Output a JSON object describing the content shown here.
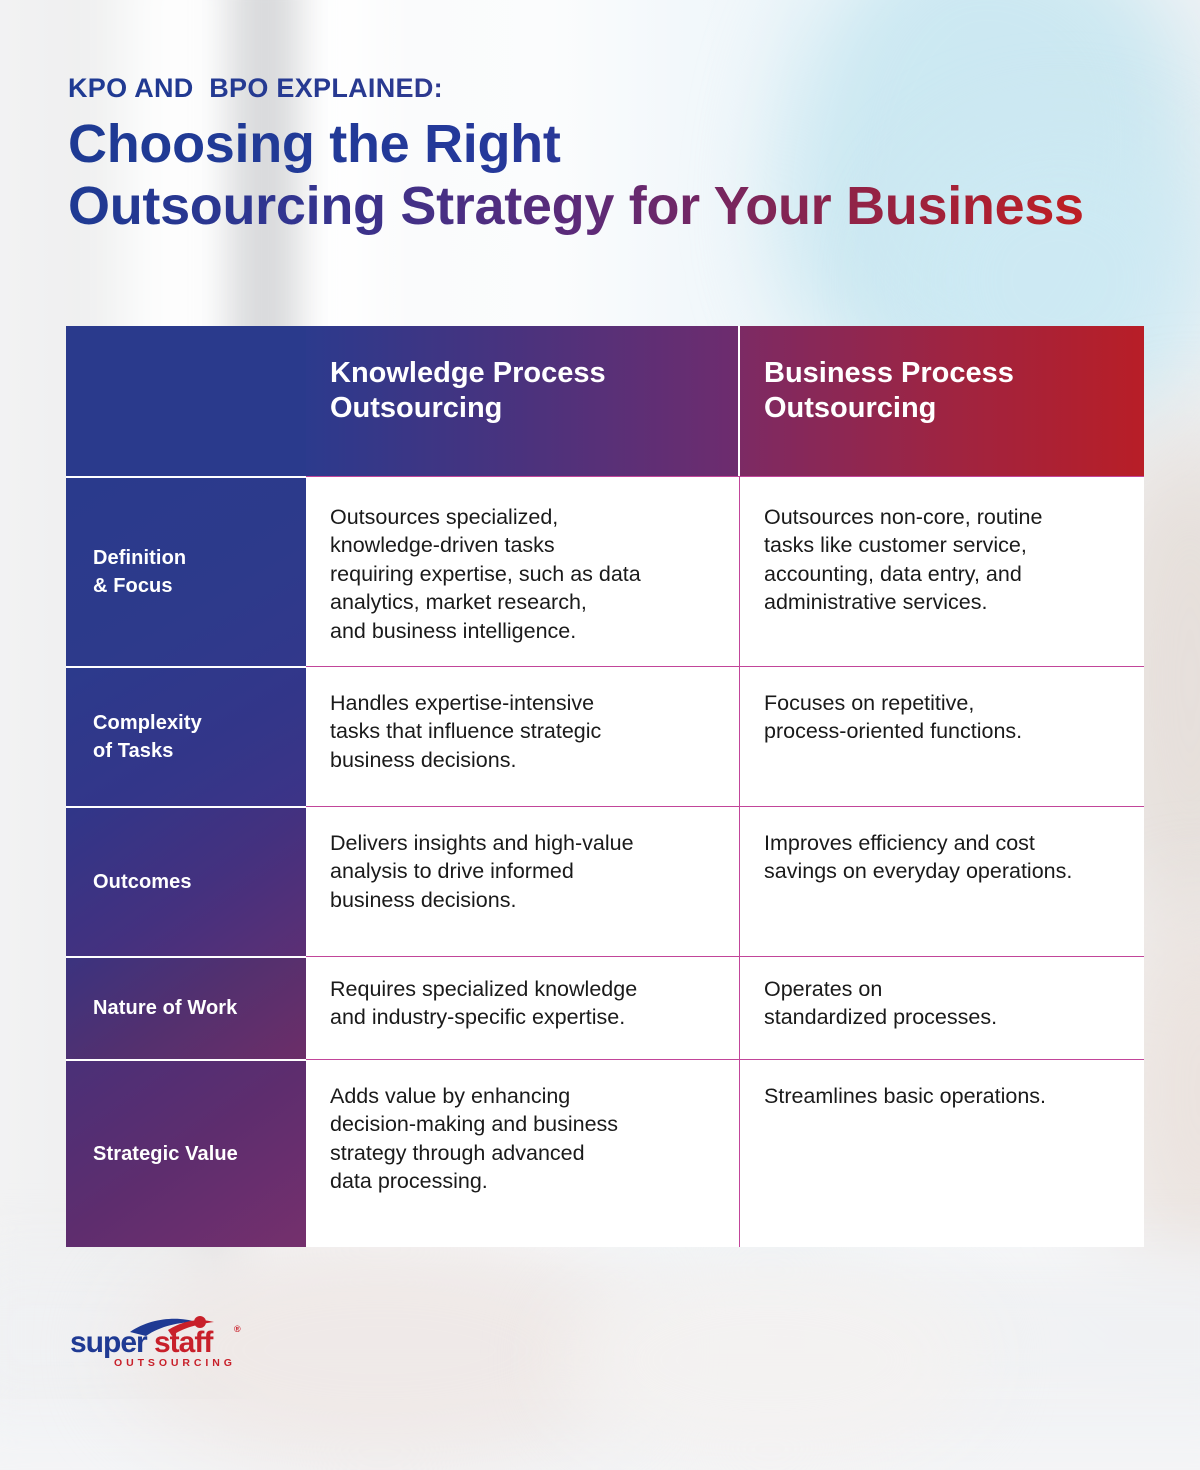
{
  "heading": {
    "eyebrow": "KPO AND  BPO EXPLAINED:",
    "line1": "Choosing the Right",
    "line2": "Outsourcing Strategy for Your Business"
  },
  "colors": {
    "brand_blue": "#2a3a8c",
    "brand_red": "#b81e27",
    "brand_purple": "#6e2c6e",
    "divider_pink": "#c2459a",
    "body_text": "#1a1a1a",
    "header_text": "#ffffff"
  },
  "table": {
    "corner_label": "",
    "columns": [
      "Knowledge Process\nOutsourcing",
      "Business Process\nOutsourcing"
    ],
    "rows": [
      {
        "label": "Definition\n& Focus",
        "kpo": "Outsources specialized,\nknowledge-driven tasks\nrequiring expertise, such as data\nanalytics, market research,\nand business intelligence.",
        "bpo": "Outsources non-core, routine\ntasks like customer service,\naccounting, data entry, and\nadministrative services."
      },
      {
        "label": "Complexity\nof Tasks",
        "kpo": "Handles expertise-intensive\ntasks that influence strategic\nbusiness decisions.",
        "bpo": "Focuses on repetitive,\nprocess-oriented functions."
      },
      {
        "label": "Outcomes",
        "kpo": "Delivers insights and high-value\nanalysis to drive informed\nbusiness decisions.",
        "bpo": "Improves efficiency and cost\nsavings on everyday operations."
      },
      {
        "label": "Nature of Work",
        "kpo": "Requires specialized knowledge\nand industry-specific expertise.",
        "bpo": "Operates on\nstandardized processes."
      },
      {
        "label": "Strategic Value",
        "kpo": "Adds value by enhancing\ndecision-making and business\nstrategy through advanced\ndata processing.",
        "bpo": "Streamlines basic operations."
      }
    ]
  },
  "logo": {
    "word_primary": "super",
    "word_secondary": "staff",
    "tagline": "O U T S O U R C I N G",
    "primary_color": "#1f3a93",
    "secondary_color": "#c8202a"
  }
}
